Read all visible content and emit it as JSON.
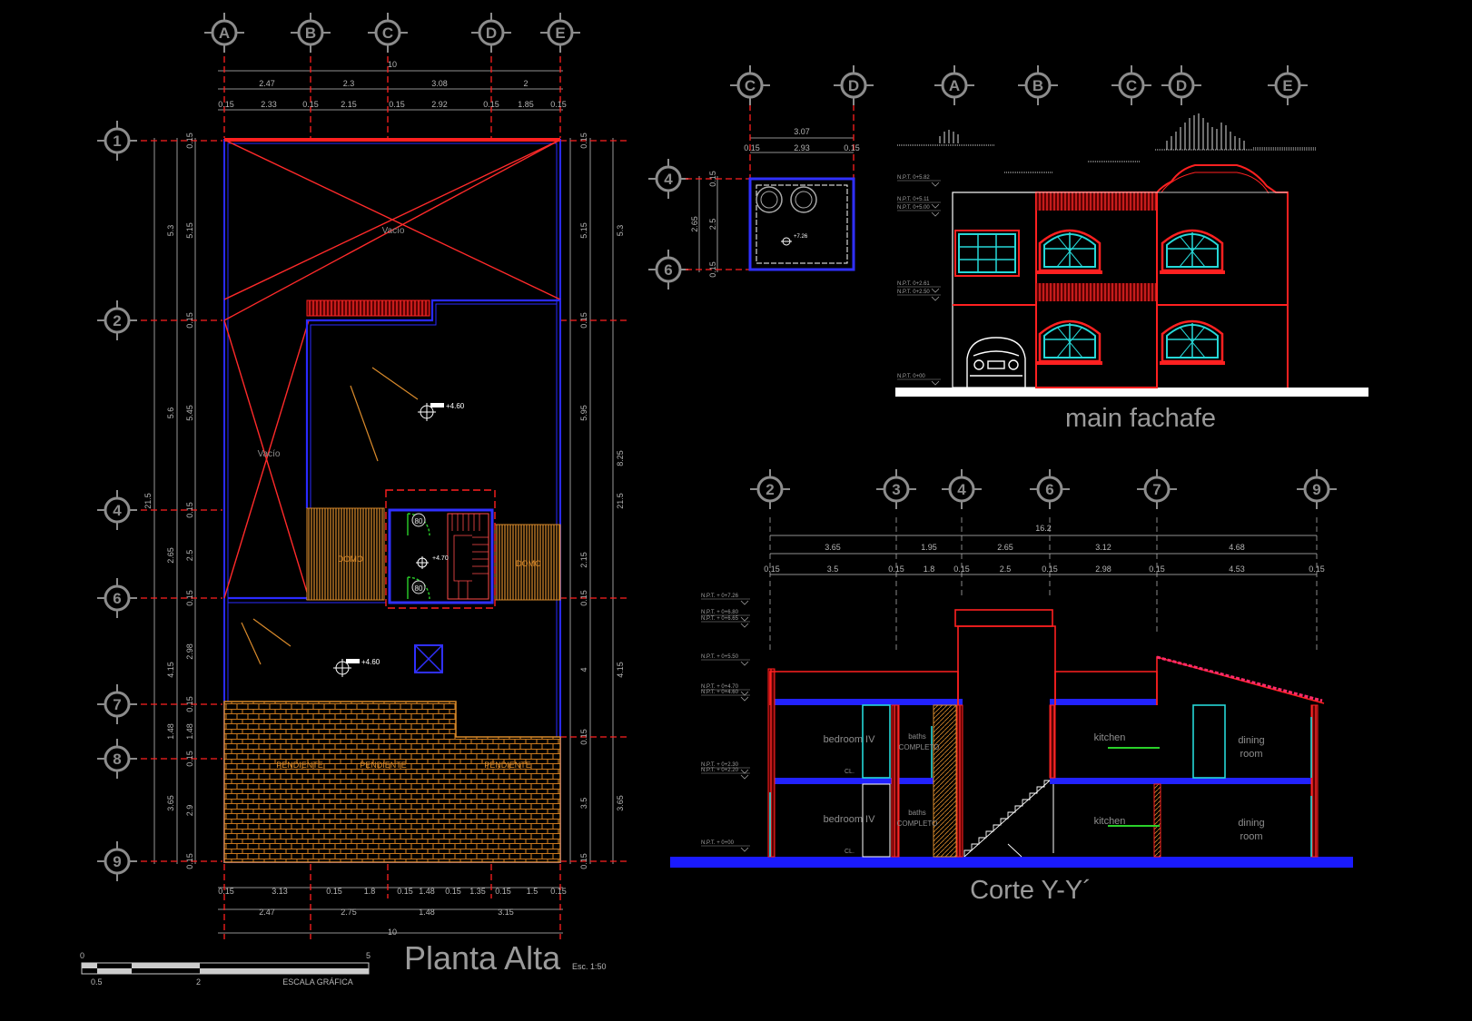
{
  "drawing": {
    "titles": {
      "plan": "Planta Alta",
      "plan_scale": "Esc. 1:50",
      "facade": "main fachafe",
      "section": "Corte Y-Y´"
    },
    "scale_bar": {
      "label": "ESCALA GRÁFICA",
      "ticks_top": [
        "0",
        "5"
      ],
      "ticks_bottom": [
        "0.5",
        "2"
      ]
    },
    "plan": {
      "col_axes": [
        "A",
        "B",
        "C",
        "D",
        "E"
      ],
      "row_axes": [
        "1",
        "2",
        "4",
        "6",
        "7",
        "8",
        "9"
      ],
      "top_total": "10",
      "top_dims": [
        "2.47",
        "2.3",
        "3.08",
        "2"
      ],
      "top_sub_dims": [
        "0.15",
        "2.33",
        "0.15",
        "2.15",
        "0.15",
        "2.92",
        "0.15",
        "1.85",
        "0.15"
      ],
      "bottom_sub_dims": [
        "0.15",
        "3.13",
        "0.15",
        "1.8",
        "0.15",
        "1.48",
        "0.15",
        "1.35",
        "0.15",
        "1.5",
        "0.15"
      ],
      "bottom_dims": [
        "2.47",
        "2.75",
        "1.48",
        "3.15"
      ],
      "bottom_total": "10",
      "left_total": "21.5",
      "right_total": "21.5",
      "left_dims": [
        "5.3",
        "5.6",
        "2.65",
        "4.15",
        "1.48",
        "3.65"
      ],
      "left_sub_dims": [
        "0.15",
        "5.15",
        "0.15",
        "5.45",
        "0.15",
        "2.5",
        "0.15",
        "2.98",
        "0.15",
        "1.48",
        "0.15",
        "2.9",
        "0.15"
      ],
      "right_dims": [
        "5.3",
        "8.25",
        "4.15",
        "3.65"
      ],
      "right_sub_dims": [
        "0.15",
        "5.15",
        "0.15",
        "5.95",
        "2.15",
        "0.15",
        "4",
        "0.15",
        "3.5",
        "0.15"
      ],
      "labels": {
        "void": "Vacío",
        "domo": "DOMO",
        "pendiente": "PENDIENTE",
        "level_a": "+4.60",
        "level_b": "+4.70",
        "door_80": "80"
      }
    },
    "tank": {
      "col_axes": [
        "C",
        "D"
      ],
      "row_axes": [
        "4",
        "6"
      ],
      "top_total": "3.07",
      "top_sub": [
        "0.15",
        "2.93",
        "0.15"
      ],
      "left_total": "2.65",
      "left_sub": [
        "0.15",
        "2.5",
        "0.15"
      ],
      "level": "+7.26"
    },
    "facade": {
      "axes": [
        "C",
        "D",
        "A",
        "B",
        "C",
        "D",
        "E"
      ],
      "levels": [
        "N.P.T. 0+5.82",
        "N.P.T. 0+5.11",
        "N.P.T. 0+5.00",
        "N.P.T. 0+2.61",
        "N.P.T. 0+2.50",
        "N.P.T. 0+00"
      ]
    },
    "section": {
      "axes": [
        "2",
        "3",
        "4",
        "6",
        "7",
        "9"
      ],
      "total": "16.2",
      "dims": [
        "3.65",
        "1.95",
        "2.65",
        "3.12",
        "4.68"
      ],
      "sub_dims": [
        "0.15",
        "3.5",
        "0.15",
        "1.8",
        "0.15",
        "2.5",
        "0.15",
        "2.98",
        "0.15",
        "4.53",
        "0.15"
      ],
      "levels": [
        "N.P.T. + 0+7.26",
        "N.P.T. + 0+6.80",
        "N.P.T. + 0+6.65",
        "N.P.T. + 0+5.50",
        "N.P.T. + 0+4.70",
        "N.P.T. + 0+4.60",
        "N.P.T. + 0+2.30",
        "N.P.T. + 0+2.20",
        "N.P.T. + 0+00"
      ],
      "rooms": {
        "bedroom": "bedroom IV",
        "bath": "baths",
        "bath2": "COMPLETO",
        "kitchen": "kitchen",
        "dining1": "dining",
        "dining2": "room",
        "closet": "CL."
      }
    }
  }
}
